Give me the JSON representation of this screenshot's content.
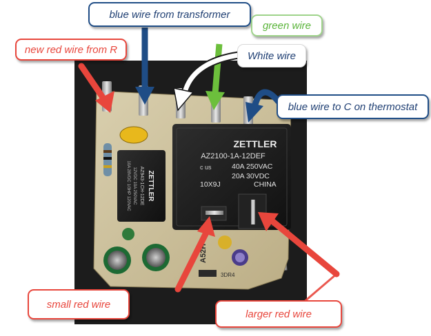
{
  "photo": {
    "description_hidden": "",
    "relay_large": {
      "brand": "ZETTLER",
      "model": "AZ2100-1A-12DEF",
      "rating_1": "40A 250VAC",
      "rating_2": "20A  30VDC",
      "code": "10X9J",
      "origin": "CHINA",
      "ul": "c  us"
    },
    "relay_small": {
      "brand": "ZETTLER",
      "model": "AZ943-1CH-12DE",
      "line3": "12VDC 10A 250VAC",
      "line4": "10A 28VDC 1/3HP 120VAC"
    },
    "board_marks": {
      "part": "A52H",
      "code": "3DR4"
    }
  },
  "labels": {
    "new_red_wire": "new red wire from R",
    "blue_transformer": "blue wire from transformer",
    "green_wire": "green wire",
    "white_wire": "White wire",
    "blue_thermostat": "blue wire to C on thermostat",
    "small_red": "small red wire",
    "larger_red": "larger red wire"
  },
  "colors": {
    "red": "#e8463c",
    "blue": "#1f4d86",
    "green": "#6cbf3c",
    "white": "#ffffff"
  }
}
